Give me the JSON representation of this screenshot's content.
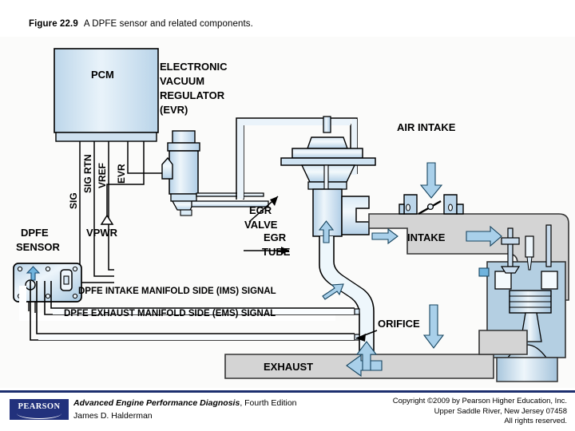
{
  "caption": {
    "figure_number": "Figure 22.9",
    "text": "A DPFE sensor and related components."
  },
  "diagram": {
    "title": "DPFE sensor and related components",
    "labels": {
      "pcm": "PCM",
      "evr_l1": "ELECTRONIC",
      "evr_l2": "VACUUM",
      "evr_l3": "REGULATOR",
      "evr_l4": "(EVR)",
      "wire_sig": "SIG",
      "wire_sig_rtn": "SIG RTN",
      "wire_vref": "VREF",
      "wire_evr": "EVR",
      "vpwr": "VPWR",
      "dpfe_l1": "DPFE",
      "dpfe_l2": "SENSOR",
      "ims_signal": "DPFE INTAKE MANIFOLD SIDE (IMS) SIGNAL",
      "ems_signal": "DPFE EXHAUST MANIFOLD SIDE (EMS) SIGNAL",
      "egr_valve_l1": "EGR",
      "egr_valve_l2": "VALVE",
      "egr_tube_l1": "EGR",
      "egr_tube_l2": "TUBE",
      "air_intake": "AIR INTAKE",
      "intake": "INTAKE",
      "orifice": "ORIFICE",
      "exhaust": "EXHAUST"
    },
    "colors": {
      "flow_arrow": "#a9d0ea",
      "metal_light": "#e8f1f8",
      "metal_mid": "#bcd6ea",
      "gray_duct": "#d4d4d4",
      "outline": "#000000",
      "canvas_bg": "#fbfbfa"
    }
  },
  "footer": {
    "logo_text": "PEARSON",
    "book_title": "Advanced Engine Performance Diagnosis",
    "edition": ", Fourth Edition",
    "author": "James D. Halderman",
    "copyright_l1": "Copyright ©2009 by Pearson Higher Education, Inc.",
    "copyright_l2": "Upper Saddle River, New Jersey 07458",
    "copyright_l3": "All rights reserved."
  }
}
